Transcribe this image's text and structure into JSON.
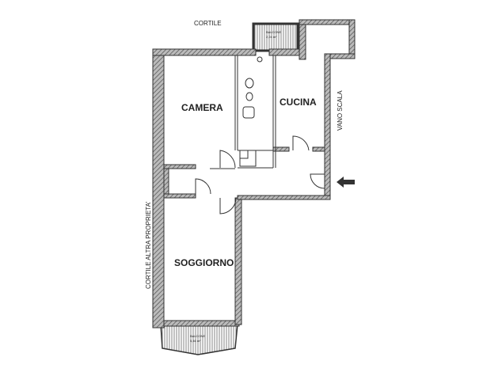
{
  "labels": {
    "courtyard_top": "CORTILE",
    "courtyard_side": "CORTILE ALTRA PROPRIETA'",
    "stairwell": "VANO SCALA"
  },
  "rooms": {
    "bedroom": "CAMERA",
    "kitchen": "CUCINA",
    "living": "SOGGIORNO"
  },
  "balconies": {
    "top_name": "BALCONE",
    "top_area": "2,24 m²",
    "bottom_name": "BALCONE",
    "bottom_area": "5,46 m²"
  }
}
